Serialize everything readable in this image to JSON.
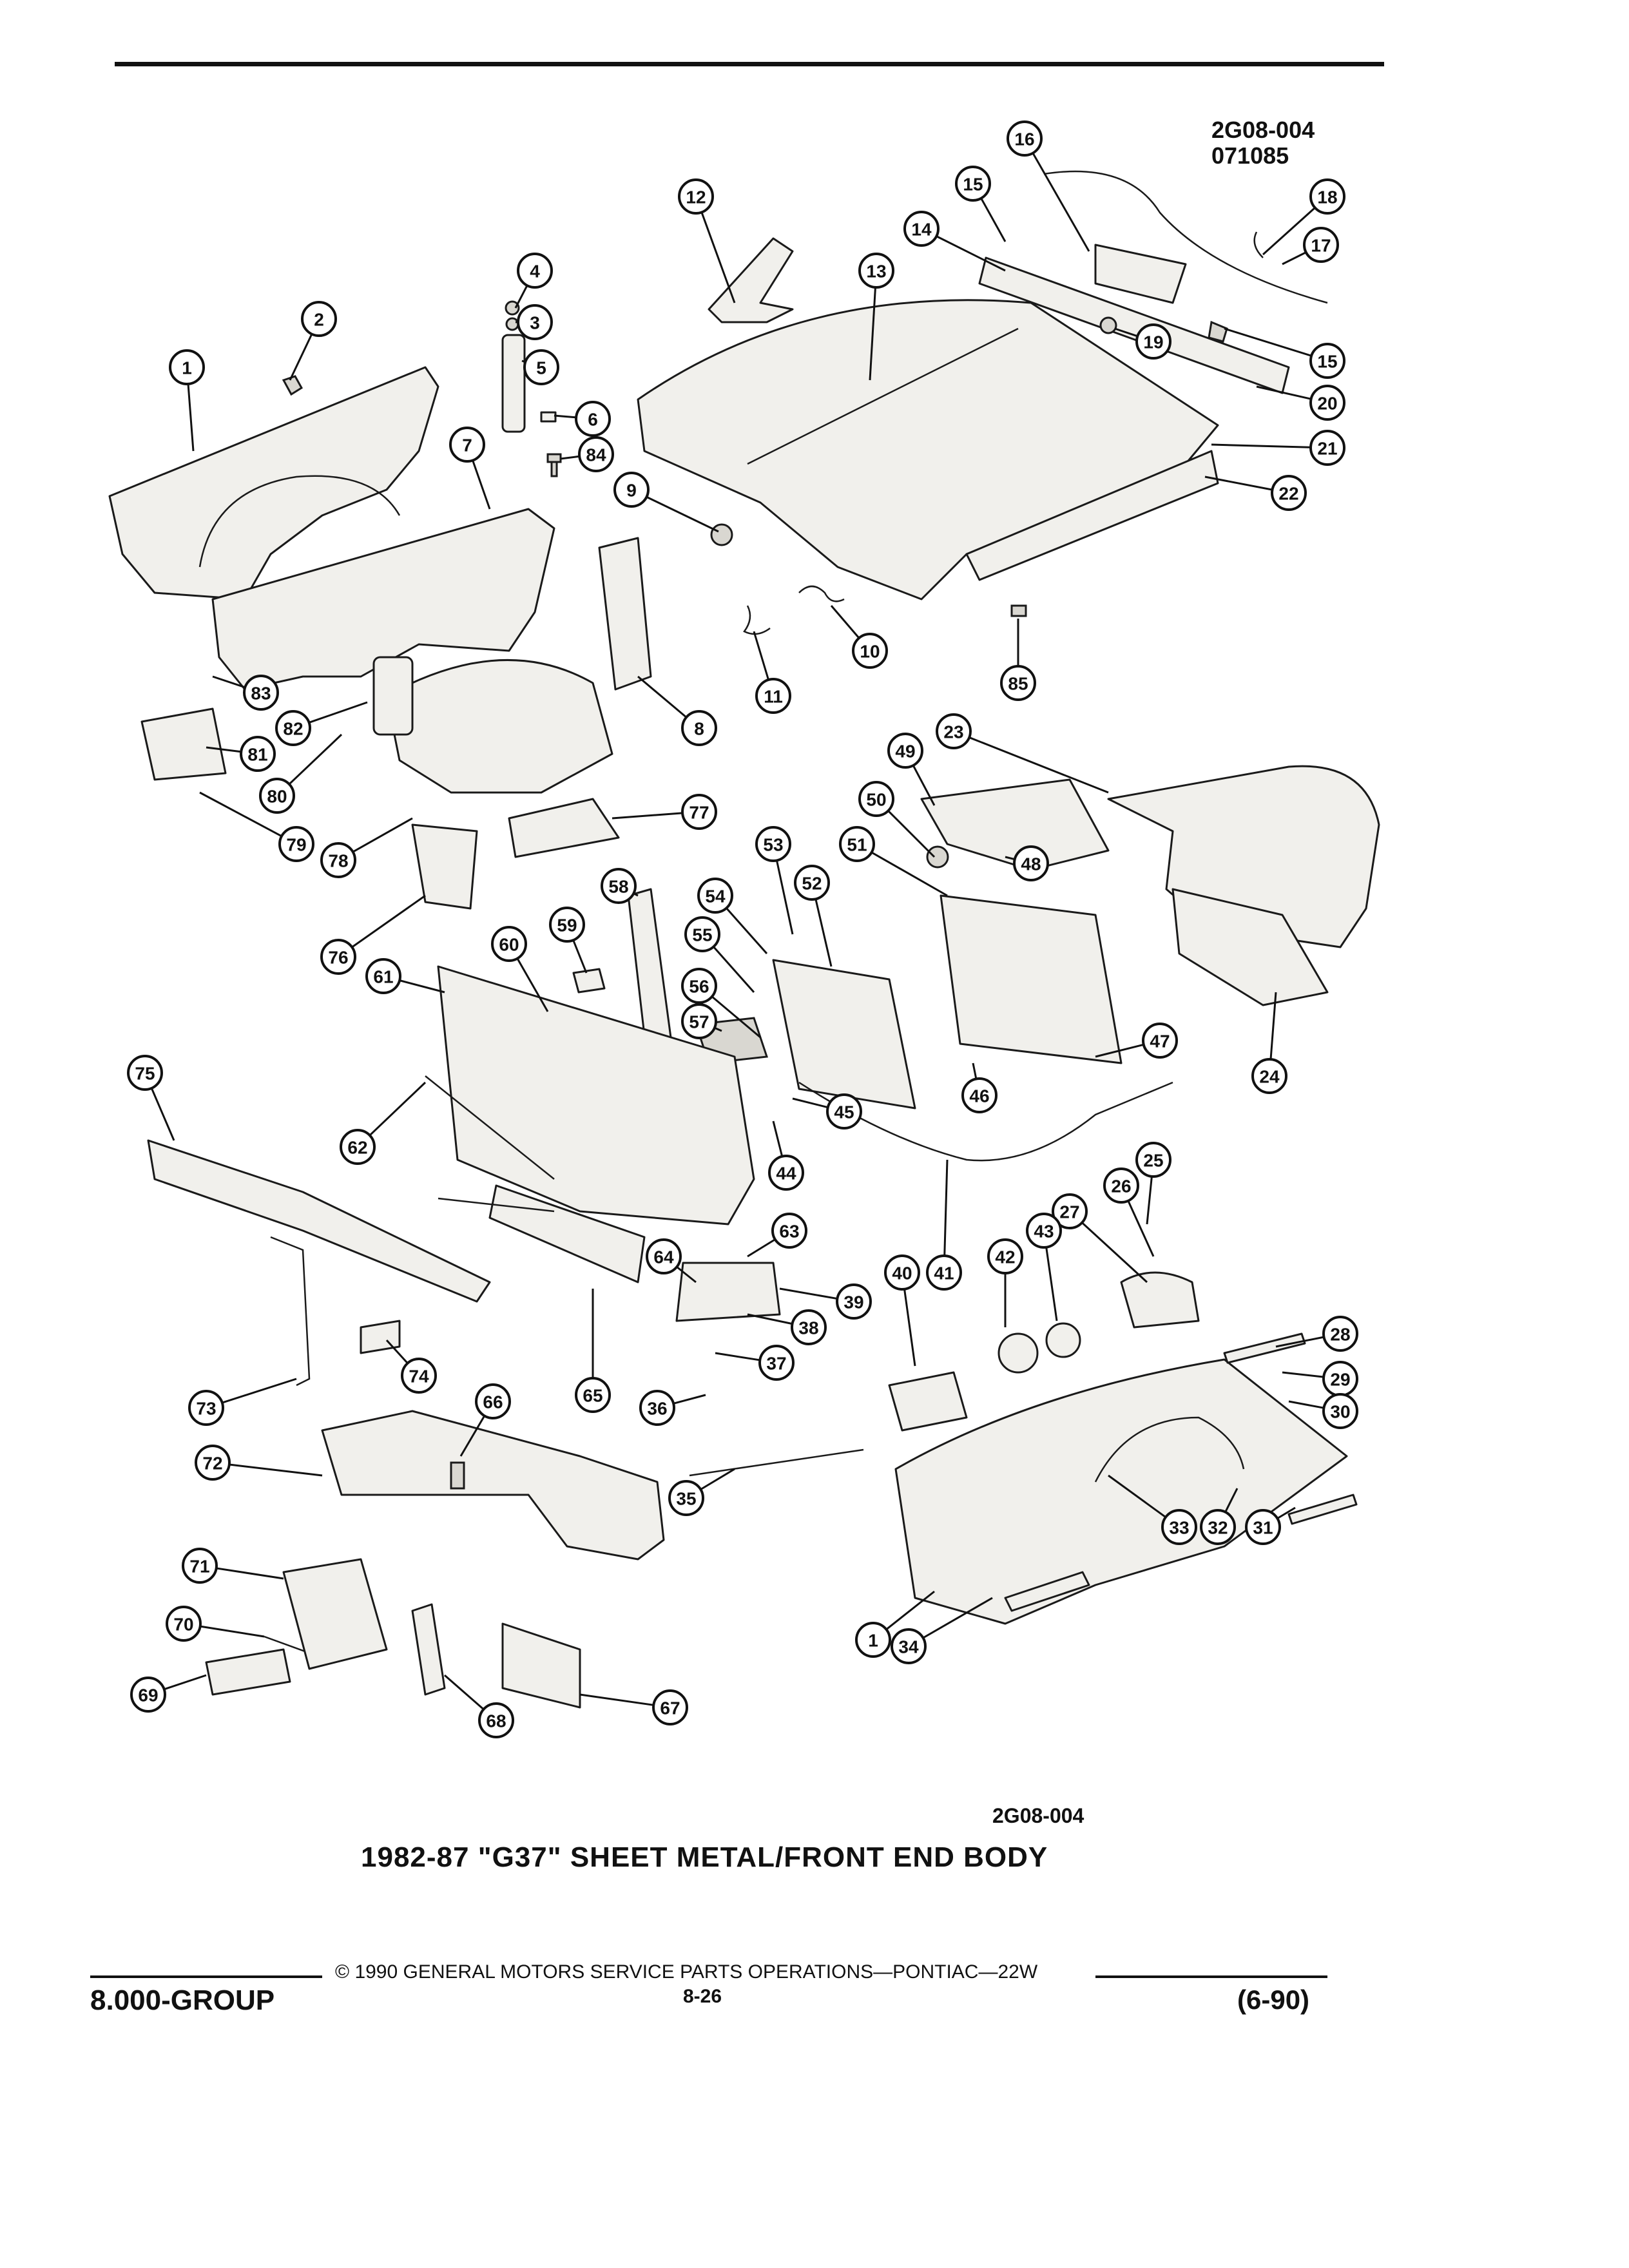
{
  "diagram_code_top": [
    "2G08-004",
    "071085"
  ],
  "diagram_code_bottom": "2G08-004",
  "title": "1982-87 \"G37\" SHEET METAL/FRONT END BODY",
  "footer": {
    "group": "8.000-GROUP",
    "copyright": "© 1990 GENERAL MOTORS SERVICE PARTS OPERATIONS—PONTIAC—22W",
    "page": "8-26",
    "date": "(6-90)"
  },
  "callouts": [
    "1",
    "2",
    "3",
    "4",
    "5",
    "6",
    "7",
    "8",
    "9",
    "10",
    "11",
    "12",
    "13",
    "14",
    "15",
    "16",
    "17",
    "18",
    "19",
    "15",
    "20",
    "21",
    "22",
    "23",
    "24",
    "25",
    "26",
    "27",
    "28",
    "29",
    "30",
    "31",
    "32",
    "33",
    "34",
    "35",
    "36",
    "37",
    "38",
    "39",
    "40",
    "41",
    "42",
    "43",
    "44",
    "45",
    "46",
    "47",
    "48",
    "49",
    "50",
    "51",
    "52",
    "53",
    "54",
    "55",
    "56",
    "57",
    "58",
    "59",
    "60",
    "61",
    "62",
    "63",
    "64",
    "65",
    "66",
    "67",
    "68",
    "69",
    "70",
    "71",
    "72",
    "73",
    "74",
    "75",
    "76",
    "77",
    "78",
    "79",
    "80",
    "81",
    "82",
    "83",
    "84",
    "85",
    "1"
  ]
}
